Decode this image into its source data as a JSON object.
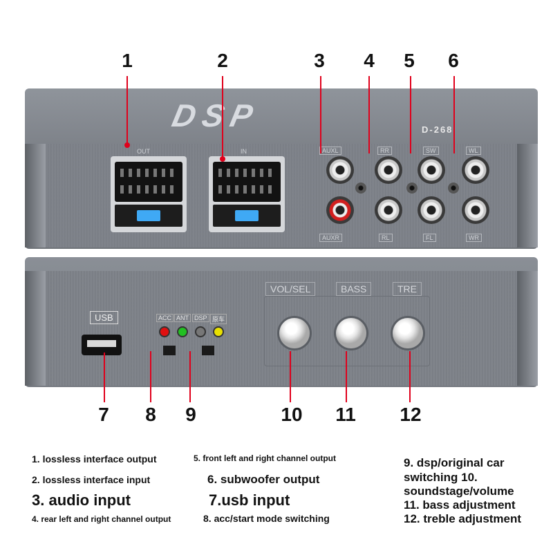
{
  "callouts": {
    "top": [
      "1",
      "2",
      "3",
      "4",
      "5",
      "6"
    ],
    "bottom": [
      "7",
      "8",
      "9",
      "10",
      "11",
      "12"
    ]
  },
  "device": {
    "brand": "DSP",
    "model": "D-268",
    "connectors": {
      "out_label": "OUT",
      "in_label": "IN"
    },
    "rca_labels": [
      "AUXL",
      "AUXR",
      "RR",
      "RL",
      "SW",
      "FL",
      "WL",
      "WR"
    ],
    "usb_label": "USB",
    "led_labels": [
      "ACC",
      "ANT",
      "DSP",
      "原车"
    ],
    "knob_labels": [
      "VOL/SEL",
      "BASS",
      "TRE"
    ]
  },
  "legend": [
    "1. lossless interface output",
    "2. lossless interface input",
    "3. audio input",
    "4. rear left and right channel output",
    "5. front left and right channel output",
    "6. subwoofer output",
    "7.usb input",
    "8. acc/start mode switching",
    "9. dsp/original car",
    "switching 10.",
    "soundstage/volume",
    "11. bass adjustment",
    "12. treble adjustment"
  ],
  "colors": {
    "callout_line": "#e0001b",
    "fuse": "#3fa9f5",
    "led_acc": "#e01010",
    "led_ant": "#22c022",
    "led_dsp": "#777777",
    "led_car": "#e8e000"
  }
}
